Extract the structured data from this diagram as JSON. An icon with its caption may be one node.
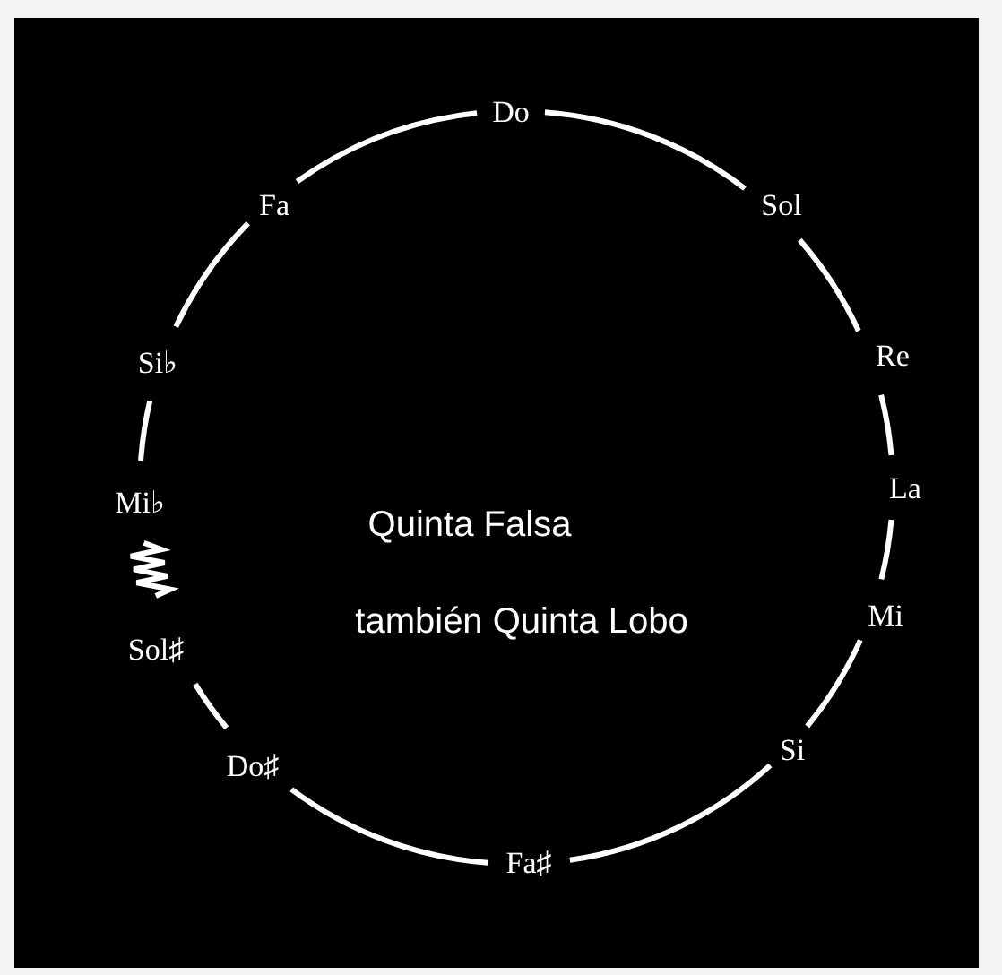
{
  "diagram": {
    "nodes": [
      {
        "text": [
          "Do"
        ]
      },
      {
        "text": [
          "Sol"
        ]
      },
      {
        "text": [
          "Re"
        ]
      },
      {
        "text": [
          "La"
        ]
      },
      {
        "text": [
          "Mi"
        ]
      },
      {
        "text": [
          "Si"
        ]
      },
      {
        "text": [
          "Fa♯"
        ]
      },
      {
        "text": [
          "Do♯"
        ]
      },
      {
        "text": [
          "Sol♯"
        ]
      },
      {
        "text": [
          "Mi♭"
        ]
      },
      {
        "text": [
          "Si♭"
        ]
      },
      {
        "text": [
          "Fa"
        ]
      }
    ],
    "edges": [
      {
        "from": 0,
        "to": 1,
        "arrow": "none"
      },
      {
        "from": 1,
        "to": 2,
        "arrow": "none"
      },
      {
        "from": 2,
        "to": 3,
        "arrow": "none"
      },
      {
        "from": 3,
        "to": 4,
        "arrow": "none"
      },
      {
        "from": 4,
        "to": 5,
        "arrow": "none"
      },
      {
        "from": 5,
        "to": 6,
        "arrow": "none"
      },
      {
        "from": 6,
        "to": 7,
        "arrow": "none"
      },
      {
        "from": 7,
        "to": 8,
        "arrow": "none"
      },
      {
        "from": 8,
        "to": 9,
        "arrow": "none"
      },
      {
        "from": 9,
        "to": 10,
        "arrow": "none"
      },
      {
        "from": 10,
        "to": 11,
        "arrow": "none"
      },
      {
        "from": 11,
        "to": 0,
        "arrow": "none"
      }
    ],
    "labels": [
      "Quinta Falsa",
      "también Quinta Lobo"
    ]
  }
}
